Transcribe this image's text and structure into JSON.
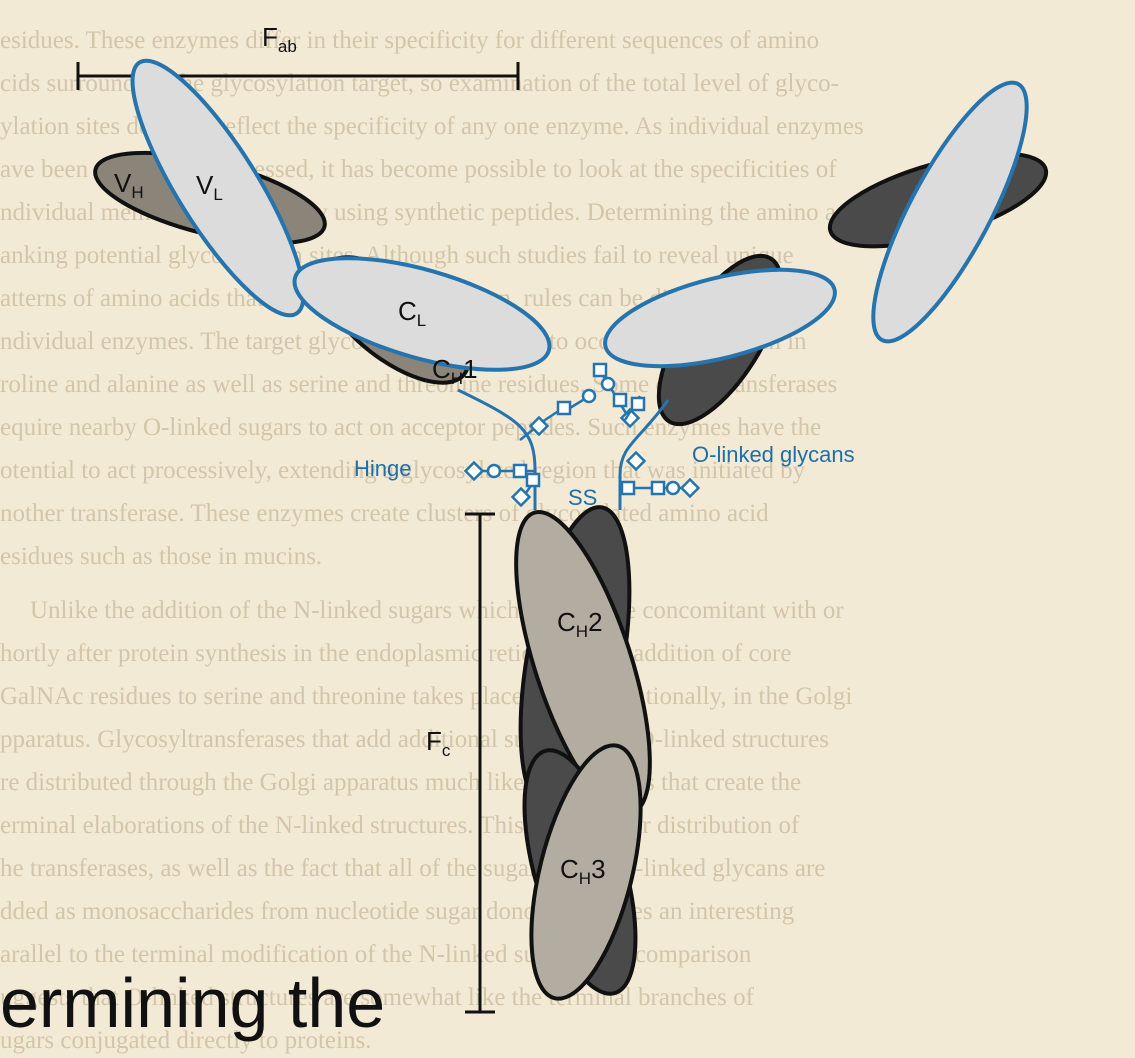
{
  "labels": {
    "fab": "F",
    "fab_sub": "ab",
    "vh": "V",
    "vh_sub": "H",
    "vl": "V",
    "vl_sub": "L",
    "cl": "C",
    "cl_sub": "L",
    "ch1": "C",
    "ch1_sub": "H",
    "ch1_num": "1",
    "ch2": "C",
    "ch2_sub": "H",
    "ch2_num": "2",
    "ch3": "C",
    "ch3_sub": "H",
    "ch3_num": "3",
    "fc": "F",
    "fc_sub": "c",
    "ss": "SS",
    "hinge": "Hinge",
    "glycans": "O-linked glycans"
  },
  "slide_title": "ermining the",
  "background_text": [
    "esidues. These enzymes differ in their specificity for different sequences of amino",
    "cids surrounding the glycosylation target, so examination of the total level of glyco-",
    "ylation sites does not reflect the specificity of any one enzyme. As individual enzymes",
    "ave been cloned and expressed, it has become possible to look at the specificities of",
    "ndividual members of the family using synthetic peptides. Determining the amino acids",
    "anking potential glycosylation sites. Although such studies fail to reveal unique",
    "atterns of amino acids that determine glycosylation, rules can be discerned for",
    "ndividual enzymes. The target glycosylation sites tend to occur in regions rich in",
    "roline and alanine as well as serine and threonine residues. Some of the transferases",
    "equire nearby O-linked sugars to act on acceptor peptides. Such enzymes have the",
    "otential to act processively, extending a glycosylated region that was initiated by",
    "nother transferase. These enzymes create clusters of glycosylated amino acid",
    "esidues such as those in mucins.",
    "Unlike the addition of the N-linked sugars which takes place concomitant with or",
    "hortly after protein synthesis in the endoplasmic reticulum, the addition of core",
    "GalNAc residues to serine and threonine takes place post-translationally, in the Golgi",
    "pparatus. Glycosyltransferases that add additional sugars to the O-linked structures",
    "re distributed through the Golgi apparatus much like the enzymes that create the",
    "erminal elaborations of the N-linked structures. This intracellular distribution of",
    "he transferases, as well as the fact that all of the sugars of the O-linked glycans are",
    "dded as monosaccharides from nucleotide sugar donors, provides an interesting",
    "arallel to the terminal modification of the N-linked sugars. The comparison",
    "uggests that O-linked structures are somewhat like the terminal branches of",
    "ugars conjugated directly to proteins."
  ],
  "colors": {
    "glycan_blue": "#2674ad",
    "paper": "#f3ead6",
    "dark_domain": "#4a4a4a",
    "mid_domain": "#8b8579",
    "light_domain": "#b3aca0",
    "pale_domain": "#dcdcdc"
  }
}
